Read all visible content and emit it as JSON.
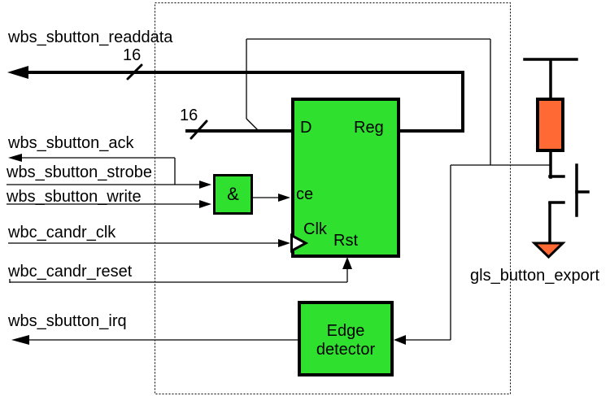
{
  "labels": {
    "readdata": "wbs_sbutton_readdata",
    "readdata_bus_width": "16",
    "ack": "wbs_sbutton_ack",
    "strobe": "wbs_sbutton_strobe",
    "write": "wbs_sbutton_write",
    "clk": "wbc_candr_clk",
    "reset": "wbc_candr_reset",
    "irq": "wbs_sbutton_irq",
    "d_bus_width": "16",
    "button_export": "gls_button_export"
  },
  "register_block": {
    "name": "Reg",
    "pin_d": "D",
    "pin_ce": "ce",
    "pin_clk": "Clk",
    "pin_rst": "Rst"
  },
  "and_gate": {
    "symbol": "&"
  },
  "edge_detector": {
    "line1": "Edge",
    "line2": "detector"
  },
  "colors": {
    "block_fill": "#2FE02F",
    "component_fill": "#FF6933",
    "wire": "#000000",
    "background": "#FFFFFF"
  }
}
